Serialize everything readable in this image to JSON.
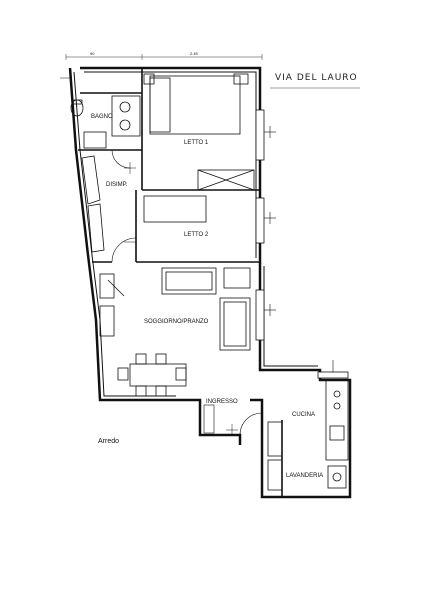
{
  "street_label": "VIA DEL LAURO",
  "legend_label": "Arredo",
  "dimensions": {
    "top_left": "90",
    "top_right": "2.45"
  },
  "rooms": {
    "bagno": "BAGNO",
    "letto1": "LETTO 1",
    "disimp": "DISIMP.",
    "letto2": "LETTO 2",
    "soggiorno": "SOGGIORNO/PRANZO",
    "ingresso": "INGRESSO",
    "cucina": "CUCINA",
    "lavanderia": "LAVANDERIA"
  }
}
